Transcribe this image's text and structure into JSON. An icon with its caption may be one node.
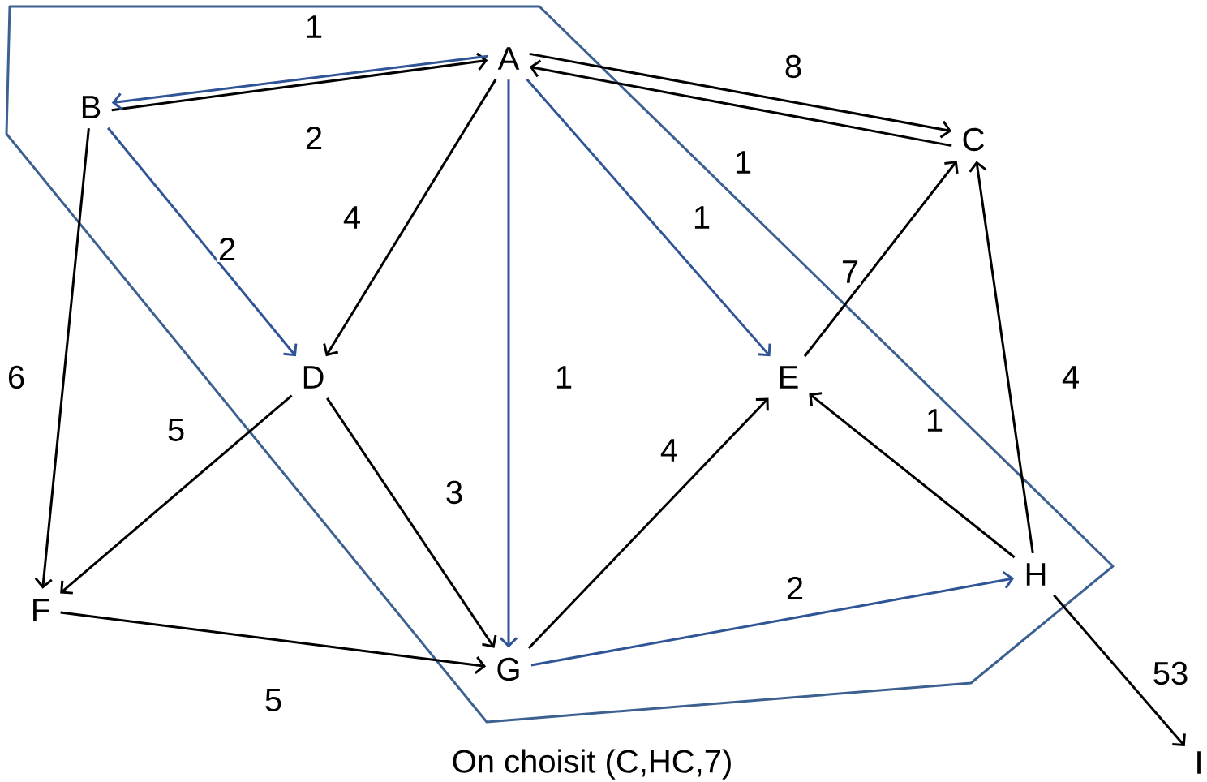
{
  "diagram": {
    "caption": "On choisit (C,HC,7)",
    "nodes": [
      {
        "text": [
          "A"
        ]
      },
      {
        "text": [
          "B"
        ]
      },
      {
        "text": [
          "C"
        ]
      },
      {
        "text": [
          "D"
        ]
      },
      {
        "text": [
          "E"
        ]
      },
      {
        "text": [
          "H"
        ]
      },
      {
        "text": [
          "F"
        ]
      },
      {
        "text": [
          "G"
        ]
      },
      {
        "text": [
          "I"
        ]
      }
    ],
    "edges": [
      {
        "from": 1,
        "to": 0,
        "arrow": "to",
        "label": "1"
      },
      {
        "from": 0,
        "to": 1,
        "arrow": "to",
        "label": "2",
        "color": "#2f5597"
      },
      {
        "from": 0,
        "to": 2,
        "arrow": "to",
        "label": "8"
      },
      {
        "from": 2,
        "to": 0,
        "arrow": "to",
        "label": "1"
      },
      {
        "from": 0,
        "to": 3,
        "arrow": "to",
        "label": "4"
      },
      {
        "from": 0,
        "to": 4,
        "arrow": "to",
        "label": "1",
        "color": "#2f5597"
      },
      {
        "from": 0,
        "to": 7,
        "arrow": "to",
        "label": "1",
        "color": "#2f5597"
      },
      {
        "from": 1,
        "to": 3,
        "arrow": "to",
        "label": "2",
        "color": "#2f5597"
      },
      {
        "from": 1,
        "to": 6,
        "arrow": "to",
        "label": "6"
      },
      {
        "from": 3,
        "to": 6,
        "arrow": "to",
        "label": "5"
      },
      {
        "from": 3,
        "to": 7,
        "arrow": "to",
        "label": "3"
      },
      {
        "from": 6,
        "to": 7,
        "arrow": "to",
        "label": "5"
      },
      {
        "from": 7,
        "to": 4,
        "arrow": "to",
        "label": "4"
      },
      {
        "from": 4,
        "to": 2,
        "arrow": "to",
        "label": "7"
      },
      {
        "from": 5,
        "to": 4,
        "arrow": "to",
        "label": "1"
      },
      {
        "from": 5,
        "to": 2,
        "arrow": "to",
        "label": "4"
      },
      {
        "from": 7,
        "to": 5,
        "arrow": "to",
        "label": "2",
        "color": "#2f5597"
      },
      {
        "from": 5,
        "to": 8,
        "arrow": "to",
        "label": "53"
      }
    ]
  }
}
